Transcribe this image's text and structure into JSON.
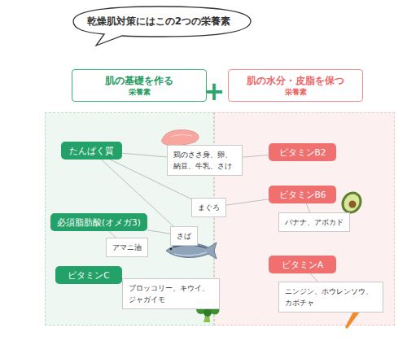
{
  "diagram": {
    "title": "乾燥肌対策にはこの2つの栄養素",
    "nodes": [
      {
        "text": [
          "肌の基礎を作る",
          "栄養素"
        ]
      },
      {
        "text": [
          "肌の水分・皮脂を保つ",
          "栄養素"
        ]
      },
      {
        "text": [
          "たんぱく質"
        ]
      },
      {
        "text": [
          "鶏のささ身、卵、 納豆、牛乳、さけ"
        ]
      },
      {
        "text": [
          "ビタミンB2"
        ]
      },
      {
        "text": [
          "ビタミンB6"
        ]
      },
      {
        "text": [
          "まぐろ"
        ]
      },
      {
        "text": [
          "バナナ、アボカド"
        ]
      },
      {
        "text": [
          "必須脂肪酸(オメガ3)"
        ]
      },
      {
        "text": [
          "さば"
        ]
      },
      {
        "text": [
          "アマニ油"
        ]
      },
      {
        "text": [
          "ビタミンA"
        ]
      },
      {
        "text": [
          "ビタミンC"
        ]
      },
      {
        "text": [
          "ブロッコリー、キウイ、 ジャガイモ"
        ]
      },
      {
        "text": [
          "ニンジン、ホウレンソウ、 カボチャ"
        ]
      }
    ],
    "edges": [
      {
        "from": 2,
        "to": 3,
        "arrow": "none"
      },
      {
        "from": 2,
        "to": 6,
        "arrow": "none"
      },
      {
        "from": 2,
        "to": 9,
        "arrow": "none"
      },
      {
        "from": 4,
        "to": 3,
        "arrow": "none"
      },
      {
        "from": 5,
        "to": 6,
        "arrow": "none"
      },
      {
        "from": 5,
        "to": 7,
        "arrow": "none"
      },
      {
        "from": 8,
        "to": 9,
        "arrow": "none"
      },
      {
        "from": 8,
        "to": 10,
        "arrow": "none"
      },
      {
        "from": 12,
        "to": 13,
        "arrow": "none"
      },
      {
        "from": 11,
        "to": 14,
        "arrow": "none"
      }
    ],
    "labels": [
      "+"
    ]
  }
}
